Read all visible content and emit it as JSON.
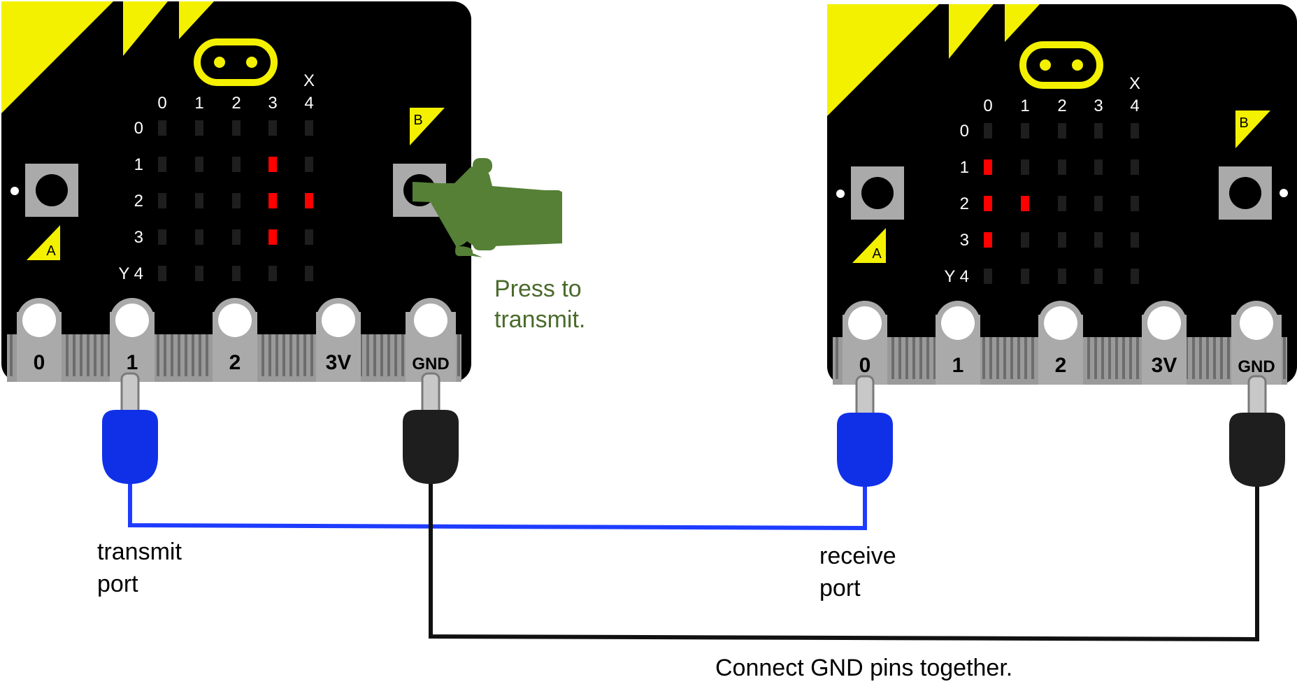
{
  "boards": [
    {
      "id": "transmitter",
      "col_labels": [
        "0",
        "1",
        "2",
        "3",
        "4"
      ],
      "row_labels": [
        "0",
        "1",
        "2",
        "3",
        "Y 4"
      ],
      "x_axis_label": "X",
      "button_a": "A",
      "button_b": "B",
      "pins": [
        "0",
        "1",
        "2",
        "3V",
        "GND"
      ],
      "lit_leds": [
        [
          1,
          3
        ],
        [
          2,
          3
        ],
        [
          2,
          4
        ],
        [
          3,
          3
        ]
      ]
    },
    {
      "id": "receiver",
      "col_labels": [
        "0",
        "1",
        "2",
        "3",
        "4"
      ],
      "row_labels": [
        "0",
        "1",
        "2",
        "3",
        "Y 4"
      ],
      "x_axis_label": "X",
      "button_a": "A",
      "button_b": "B",
      "pins": [
        "0",
        "1",
        "2",
        "3V",
        "GND"
      ],
      "lit_leds": [
        [
          1,
          0
        ],
        [
          2,
          0
        ],
        [
          2,
          1
        ],
        [
          3,
          0
        ]
      ]
    }
  ],
  "labels": {
    "press_line1": "Press to",
    "press_line2": "transmit.",
    "transmit_line1": "transmit",
    "transmit_line2": "port",
    "receive_line1": "receive",
    "receive_line2": "port",
    "gnd_note": "Connect GND pins together."
  },
  "colors": {
    "board": "#000000",
    "accent_yellow": "#f4f100",
    "led_on": "#ff0000",
    "led_off": "#1e1e1e",
    "pad": "#aaaaaa",
    "signal_wire": "#1e3cff",
    "ground_wire": "#111111",
    "clip_blue": "#1030e8",
    "clip_black": "#1e1e1e",
    "hand": "#558036",
    "press_text": "#4a6b2c"
  }
}
